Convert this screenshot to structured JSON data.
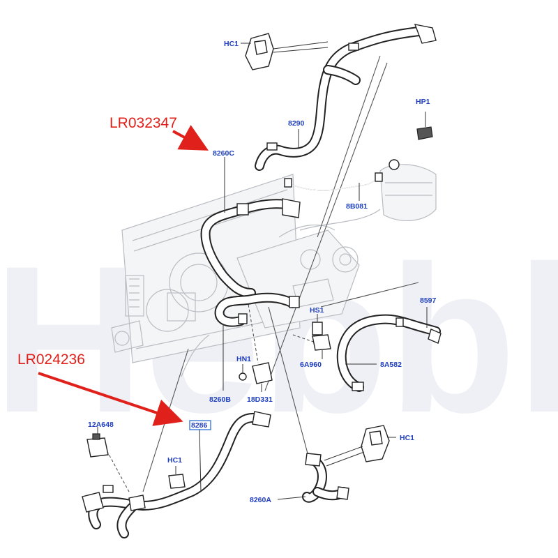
{
  "watermark": "Hebbl",
  "references": {
    "upper": "LR032347",
    "lower": "LR024236"
  },
  "callouts": {
    "hc1_top": "HC1",
    "hp1": "HP1",
    "p8290": "8290",
    "p8260c": "8260C",
    "p8b081": "8B081",
    "p8597": "8597",
    "hs1": "HS1",
    "p6a960": "6A960",
    "p8a582": "8A582",
    "hn1": "HN1",
    "p8260b": "8260B",
    "p18d331": "18D331",
    "p12a648": "12A648",
    "p8286": "8286",
    "hc1_mid": "HC1",
    "hc1_right": "HC1",
    "p8260a": "8260A"
  },
  "colors": {
    "label": "#1f3fbf",
    "reference": "#e0201a",
    "arrow": "#e0201a",
    "highlight_box": "#3a7bd5"
  }
}
